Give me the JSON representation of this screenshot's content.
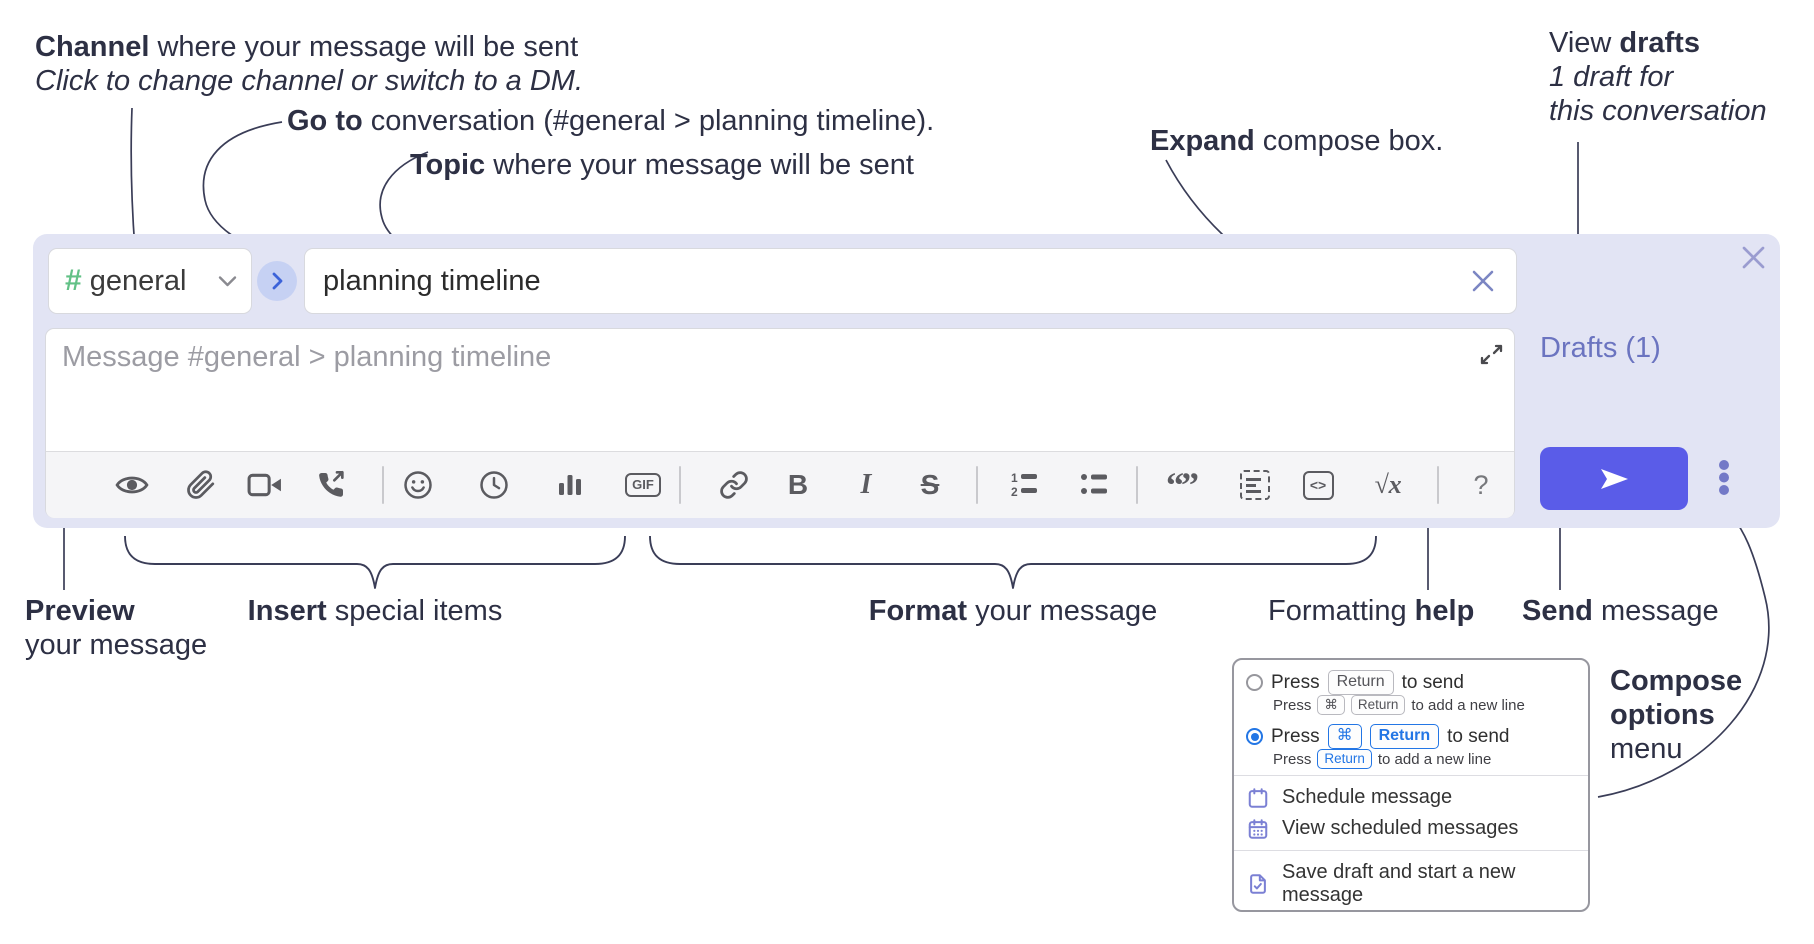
{
  "annotations": {
    "channel_line1_bold": "Channel",
    "channel_line1_rest": " where your message will be sent",
    "channel_line2_italic": "Click to change channel or switch to a DM.",
    "goto_bold": "Go to",
    "goto_rest": " conversation (#general > planning timeline).",
    "topic_bold": "Topic",
    "topic_rest": " where your message will be sent",
    "expand_bold": "Expand",
    "expand_rest": " compose box.",
    "drafts_line1_pre": "View ",
    "drafts_line1_bold": "drafts",
    "drafts_line2": "1 draft for",
    "drafts_line3": "this conversation",
    "preview_bold": "Preview",
    "preview_line2": "your message",
    "insert_bold": "Insert",
    "insert_rest": " special items",
    "format_bold": "Format",
    "format_rest": " your message",
    "help_pre": "Formatting ",
    "help_bold": "help",
    "send_bold": "Send",
    "send_rest": " message",
    "compose_opts_line1": "Compose",
    "compose_opts_line2": "options",
    "compose_opts_line3": "menu"
  },
  "compose": {
    "channel_hash": "#",
    "channel_name": "general",
    "topic_value": "planning timeline",
    "message_placeholder": "Message #general > planning timeline",
    "drafts_link": "Drafts (1)",
    "toolbar_labels": {
      "gif": "GIF",
      "bold": "B",
      "italic": "I",
      "strike": "S",
      "quote": "“”",
      "code": "<>",
      "math": "√x",
      "help": "?"
    }
  },
  "toolbar_icons": [
    "preview-eye",
    "attach-paperclip",
    "start-video-call",
    "start-audio-call",
    "emoji",
    "add-global-time",
    "add-poll",
    "add-gif",
    "link",
    "bold",
    "italic",
    "strikethrough",
    "numbered-list",
    "bulleted-list",
    "quote",
    "spoiler",
    "code",
    "math",
    "message-formatting-help"
  ],
  "options_menu": {
    "option1": {
      "pre": "Press",
      "key": "Return",
      "post": "to send",
      "sub_pre": "Press",
      "sub_key1": "⌘",
      "sub_key2": "Return",
      "sub_post": "to add a new line"
    },
    "option2": {
      "pre": "Press",
      "key1": "⌘",
      "key2": "Return",
      "post": "to send",
      "sub_pre": "Press",
      "sub_key": "Return",
      "sub_post": "to add a new line"
    },
    "items": [
      {
        "label": "Schedule message"
      },
      {
        "label": "View scheduled messages"
      },
      {
        "label": "Save draft and start a new message"
      }
    ]
  },
  "colors": {
    "compose_bg": "#e2e4f4",
    "accent_send": "#5a5ce8",
    "hash_green": "#62c186",
    "goto_circle_bg": "#c6d1f3",
    "goto_chevron": "#3c63d9",
    "drafts_link": "#6b74c0",
    "radio_blue": "#2376e5",
    "menu_icon_purple": "#7b80d4",
    "annotation_text": "#2d3044"
  }
}
